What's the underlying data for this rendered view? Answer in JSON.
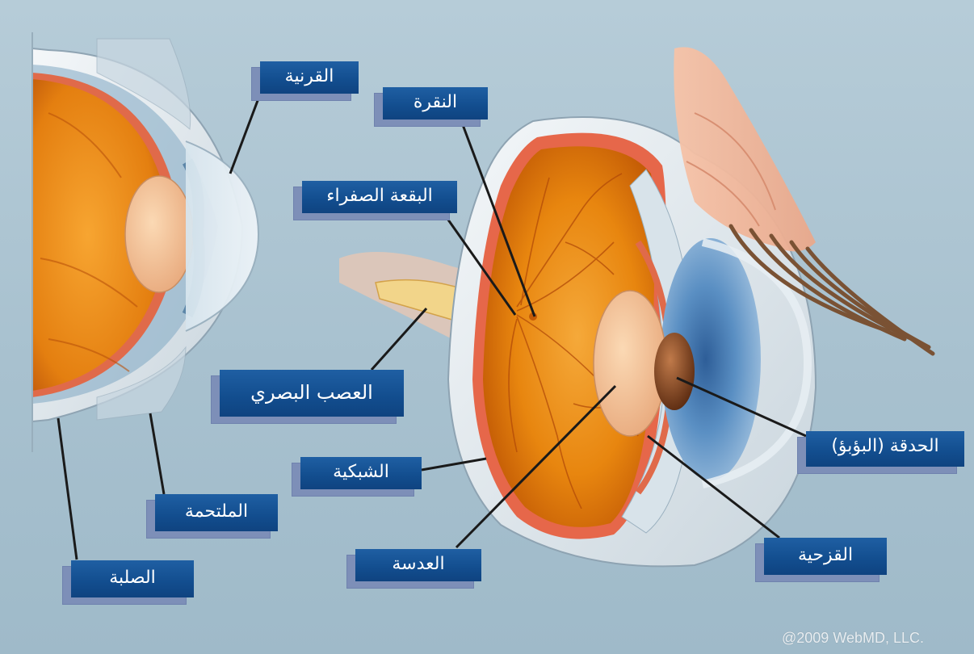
{
  "labels": {
    "cornea": "القرنية",
    "fovea": "النقرة",
    "macula": "البقعة الصفراء",
    "optic_nerve": "العصب البصري",
    "retina": "الشبكية",
    "lens": "العدسة",
    "pupil": "الحدقة (البؤبؤ)",
    "iris": "القزحية",
    "conjunctiva": "الملتحمة",
    "sclera": "الصلبة"
  },
  "copyright": "@2009 WebMD, LLC.",
  "colors": {
    "background": "#a9c2d0",
    "label_fill": "#124d8e",
    "label_shadow": "#7d8fb8",
    "retina": "#e8860f",
    "iris": "#5a8fc3",
    "leader_line": "#1a1a1a"
  }
}
